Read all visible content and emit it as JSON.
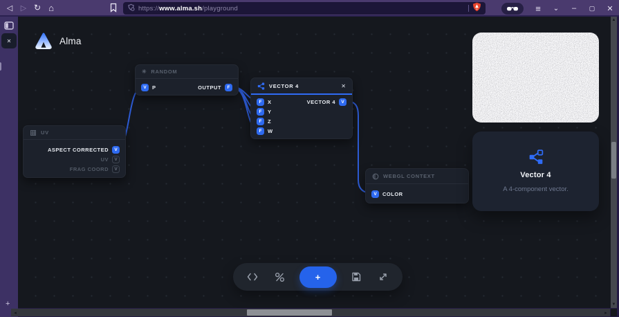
{
  "colors": {
    "accent": "#2563eb",
    "badge_blue": "#2e6af0",
    "wire": "#2d5bd4",
    "shield": "#e8442c",
    "chrome": "#4a3a6e"
  },
  "browser": {
    "url": {
      "scheme": "https://",
      "host": "www.alma.sh",
      "path": "/playground"
    },
    "glyphs": {
      "back": "◁",
      "forward": "▷",
      "reload": "↻",
      "home": "⌂",
      "menu": "≡",
      "chevron": "⌄",
      "minimize": "–",
      "maximize": "▢",
      "close": "✕"
    }
  },
  "panel_strip": {
    "close_glyph": "✕",
    "add_glyph": "+"
  },
  "brand": {
    "name": "Alma"
  },
  "nodes": {
    "random": {
      "title": "RANDOM",
      "icon_glyph": "✳",
      "input_badge": "V",
      "input_label": "P",
      "output_label": "OUTPUT",
      "output_badge": "F"
    },
    "vector4": {
      "title": "VECTOR 4",
      "close_glyph": "✕",
      "inputs": [
        {
          "badge": "F",
          "label": "X"
        },
        {
          "badge": "F",
          "label": "Y"
        },
        {
          "badge": "F",
          "label": "Z"
        },
        {
          "badge": "F",
          "label": "W"
        }
      ],
      "output_label": "VECTOR 4",
      "output_badge": "V"
    },
    "uv": {
      "title": "UV",
      "outputs": [
        {
          "label": "ASPECT CORRECTED",
          "badge": "V"
        },
        {
          "label": "UV",
          "badge": "V"
        },
        {
          "label": "FRAG COORD",
          "badge": "V"
        }
      ]
    },
    "webgl": {
      "title": "WEBGL CONTEXT",
      "input_badge": "V",
      "input_label": "COLOR"
    }
  },
  "inspector": {
    "title": "Vector 4",
    "description": "A 4-component vector."
  },
  "toolbar": {
    "add_glyph": "+"
  }
}
